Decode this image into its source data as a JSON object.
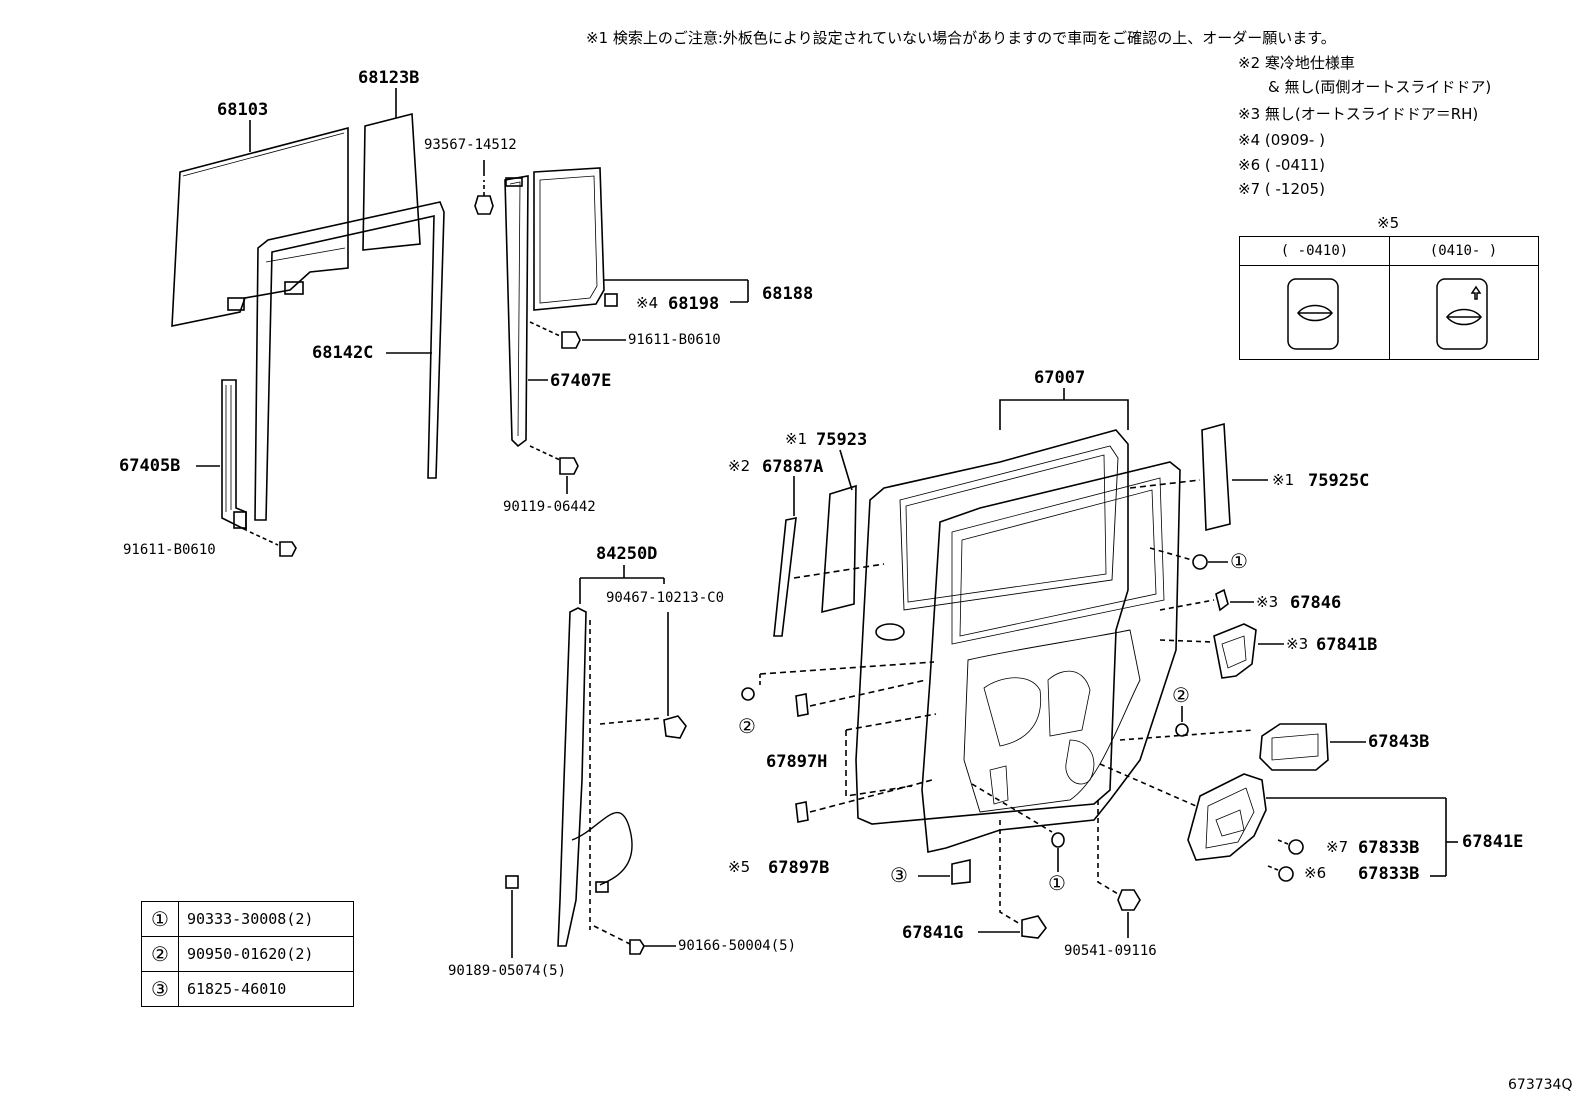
{
  "notes": {
    "n1": "※1 検索上のご注意:外板色により設定されていない場合がありますので車両をご確認の上、オーダー願います。",
    "n2a": "※2 寒冷地仕様車",
    "n2b": "& 無し(両側オートスライドドア)",
    "n3": "※3 無し(オートスライドドア＝RH)",
    "n4": "※4 (0909-      )",
    "n6": "※6 (      -0411)",
    "n7": "※7 (      -1205)"
  },
  "note5_table": {
    "title": "※5",
    "col1": "(      -0410)",
    "col2": "(0410-      )"
  },
  "parts": {
    "p68103": "68103",
    "p68123B": "68123B",
    "p93567": "93567-14512",
    "p68188": "68188",
    "p68198": "68198",
    "p68198_mark": "※4",
    "p91611a": "91611-B0610",
    "p68142C": "68142C",
    "p67407E": "67407E",
    "p67405B": "67405B",
    "p90119": "90119-06442",
    "p91611b": "91611-B0610",
    "p84250D": "84250D",
    "p90467": "90467-10213-C0",
    "p67007": "67007",
    "p75923": "75923",
    "p75923_mark": "※1",
    "p67887A": "67887A",
    "p67887A_mark": "※2",
    "p75925C": "75925C",
    "p75925C_mark": "※1",
    "p67846": "67846",
    "p67846_mark": "※3",
    "p67841B": "67841B",
    "p67841B_mark": "※3",
    "p67843B": "67843B",
    "p67897H": "67897H",
    "p67897B": "67897B",
    "p67897B_mark": "※5",
    "p67833B1": "67833B",
    "p67833B1_mark": "※7",
    "p67833B2": "67833B",
    "p67833B2_mark": "※6",
    "p67841E": "67841E",
    "p67841G": "67841G",
    "p90541": "90541-09116",
    "p90189": "90189-05074(5)",
    "p90166": "90166-50004(5)"
  },
  "callouts": {
    "c1": "①",
    "c2": "②",
    "c3": "③"
  },
  "legend": [
    {
      "sym": "①",
      "part": "90333-30008(2)"
    },
    {
      "sym": "②",
      "part": "90950-01620(2)"
    },
    {
      "sym": "③",
      "part": "61825-46010"
    }
  ],
  "diagram_id": "673734Q"
}
